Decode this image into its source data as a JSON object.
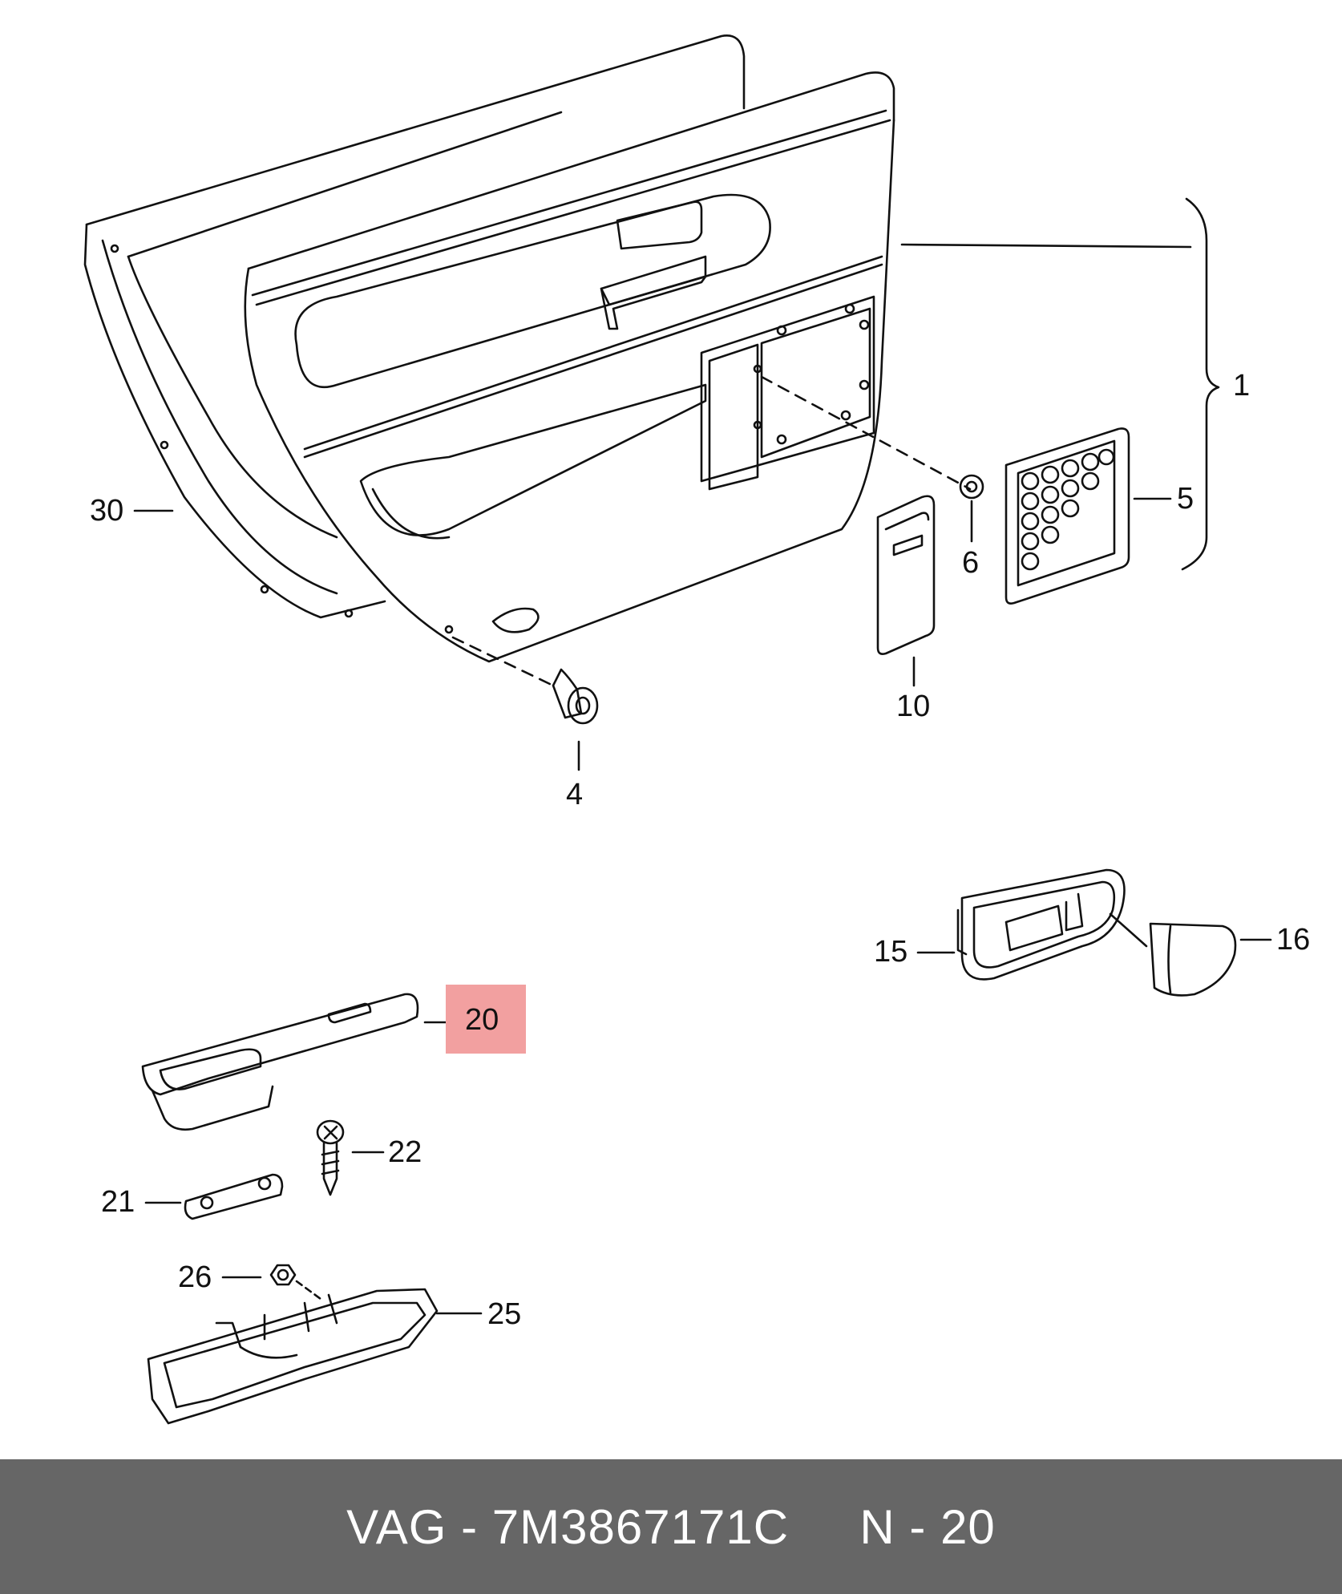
{
  "footer": {
    "brand": "VAG",
    "sep1": " - ",
    "part_number": "7M3867171C",
    "gap": "     ",
    "n_label": "N",
    "sep2": " - ",
    "n_value": "20"
  },
  "callouts": {
    "c1": "1",
    "c4": "4",
    "c5": "5",
    "c6": "6",
    "c10": "10",
    "c15": "15",
    "c16": "16",
    "c20": "20",
    "c21": "21",
    "c22": "22",
    "c25": "25",
    "c26": "26",
    "c30": "30"
  },
  "highlight_color": "#f2a0a0"
}
